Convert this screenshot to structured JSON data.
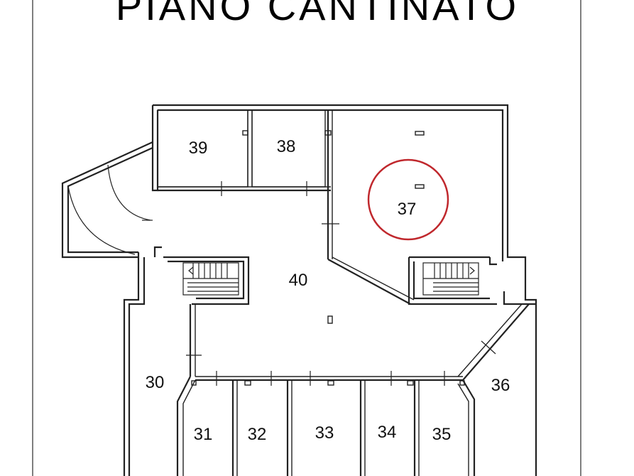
{
  "title": "PIANO CANTINATO",
  "rooms": {
    "r30": "30",
    "r31": "31",
    "r32": "32",
    "r33": "33",
    "r34": "34",
    "r35": "35",
    "r36": "36",
    "r37": "37",
    "r38": "38",
    "r39": "39",
    "r40": "40"
  },
  "highlight": {
    "room": "37",
    "color": "#c0282d"
  },
  "colors": {
    "line": "#222222",
    "background": "#ffffff"
  }
}
